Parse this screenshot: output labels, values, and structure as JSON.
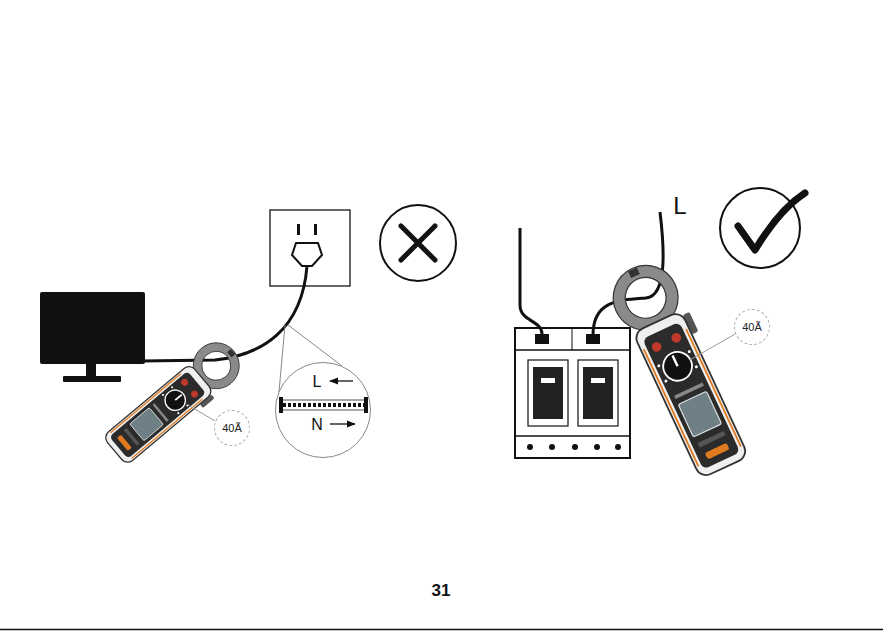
{
  "diagram": {
    "nodes": [
      {
        "text": [
          "40Ã"
        ]
      },
      {
        "text": [
          "L",
          "N"
        ]
      },
      {
        "text": [
          "40Ã"
        ]
      }
    ],
    "labels": [
      "L",
      "31"
    ]
  }
}
